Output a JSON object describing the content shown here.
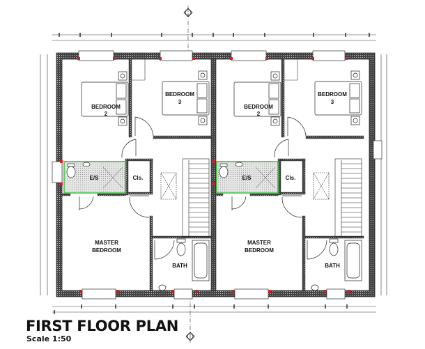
{
  "drawing": {
    "title": "FIRST FLOOR PLAN",
    "scale": "Scale 1:50"
  },
  "units": [
    {
      "rooms": {
        "bedroom2_line1": "BEDROOM",
        "bedroom2_line2": "2",
        "bedroom3_line1": "BEDROOM",
        "bedroom3_line2": "3",
        "ensuite": "E/S",
        "closet": "Cls.",
        "master_line1": "MASTER",
        "master_line2": "BEDROOM",
        "bath": "BATH"
      }
    },
    {
      "rooms": {
        "bedroom2_line1": "BEDROOM",
        "bedroom2_line2": "2",
        "bedroom3_line1": "BEDROOM",
        "bedroom3_line2": "3",
        "ensuite": "E/S",
        "closet": "Cls.",
        "master_line1": "MASTER",
        "master_line2": "BEDROOM",
        "bath": "BATH"
      }
    }
  ],
  "colors": {
    "wall": "#555555",
    "ensuite_outline": "#3ec43e",
    "column_marker": "#d62020"
  }
}
